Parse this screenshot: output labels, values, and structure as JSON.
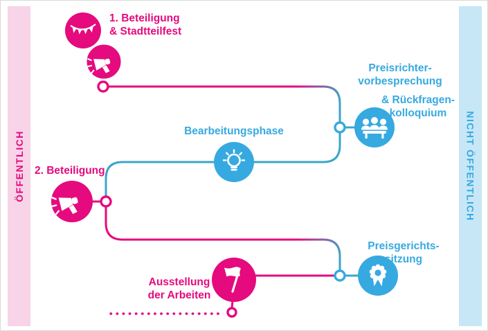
{
  "colors": {
    "pink": "#E50A7E",
    "blue": "#36A9E0",
    "teal_line": "#3BA6C9",
    "band_pink_bg": "#F7D4E8",
    "band_blue_bg": "#C7E7F7"
  },
  "bands": {
    "left": {
      "label": "ÖFFENTLICH"
    },
    "right": {
      "label": "NICHT ÖFFENTLICH"
    }
  },
  "steps": {
    "beteiligung1": {
      "lines": [
        "1. Beteiligung",
        "& Stadtteilfest"
      ],
      "icons": [
        "bunting-icon",
        "megaphone-icon"
      ]
    },
    "preisrichter": {
      "lines_top": [
        "Preisrichter-",
        "vorbesprechung"
      ],
      "lines_bottom": [
        "& Rückfragen-",
        "kolloquium"
      ],
      "icon": "jury-icon"
    },
    "bearbeitungsphase": {
      "label": "Bearbeitungsphase",
      "icon": "lightbulb-icon"
    },
    "beteiligung2": {
      "label": "2. Beteiligung",
      "icon": "megaphone-icon"
    },
    "preisgericht": {
      "lines": [
        "Preisgerichts-",
        "sitzung"
      ],
      "icon": "award-icon"
    },
    "ausstellung": {
      "lines": [
        "Ausstellung",
        "der Arbeiten"
      ],
      "icon": "flag-icon"
    }
  }
}
